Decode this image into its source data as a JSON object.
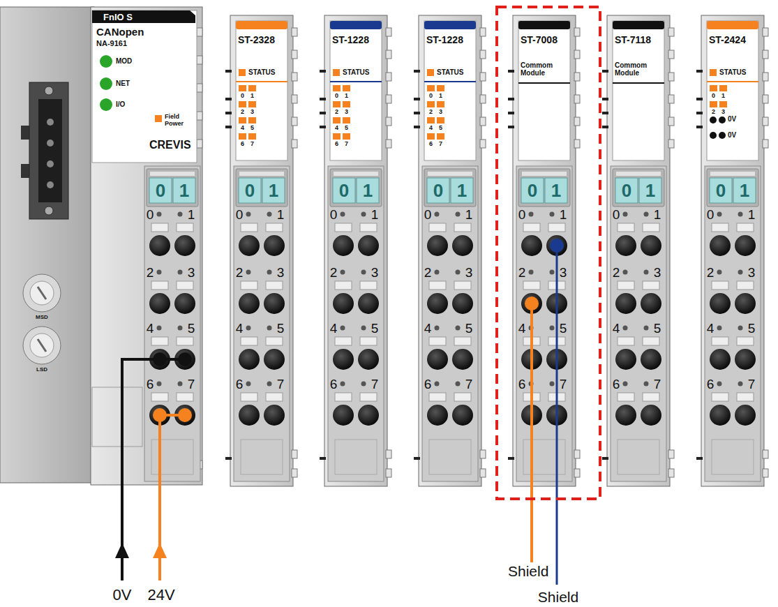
{
  "diagram": {
    "nodes": [
      {
        "text": [
          "FnIO S",
          "CANopen",
          "NA-9161",
          "MOD",
          "NET",
          "I/O",
          "Field Power",
          "CREVIS",
          "MSD",
          "LSD",
          "0",
          "1",
          "0",
          "1",
          "2",
          "3",
          "4",
          "5",
          "6",
          "7"
        ]
      },
      {
        "text": [
          "ST-2328",
          "STATUS",
          "0",
          "1",
          "2",
          "3",
          "4",
          "5",
          "6",
          "7",
          "0",
          "1",
          "0",
          "1",
          "2",
          "3",
          "4",
          "5",
          "6",
          "7"
        ]
      },
      {
        "text": [
          "ST-1228",
          "STATUS",
          "0",
          "1",
          "2",
          "3",
          "4",
          "5",
          "6",
          "7",
          "0",
          "1",
          "0",
          "1",
          "2",
          "3",
          "4",
          "5",
          "6",
          "7"
        ]
      },
      {
        "text": [
          "ST-1228",
          "STATUS",
          "0",
          "1",
          "2",
          "3",
          "4",
          "5",
          "6",
          "7",
          "0",
          "1",
          "0",
          "1",
          "2",
          "3",
          "4",
          "5",
          "6",
          "7"
        ]
      },
      {
        "text": [
          "ST-7008",
          "Commom Module",
          "0",
          "1",
          "0",
          "1",
          "2",
          "3",
          "4",
          "5",
          "6",
          "7"
        ]
      },
      {
        "text": [
          "ST-7118",
          "Commom Module",
          "0",
          "1",
          "0",
          "1",
          "2",
          "3",
          "4",
          "5",
          "6",
          "7"
        ]
      },
      {
        "text": [
          "ST-2424",
          "STATUS",
          "0",
          "1",
          "2",
          "3",
          "0V",
          "0V",
          "0",
          "1",
          "0",
          "1",
          "2",
          "3",
          "4",
          "5",
          "6",
          "7"
        ]
      }
    ],
    "labels": [
      "0V",
      "24V",
      "Shield",
      "Shield"
    ]
  }
}
